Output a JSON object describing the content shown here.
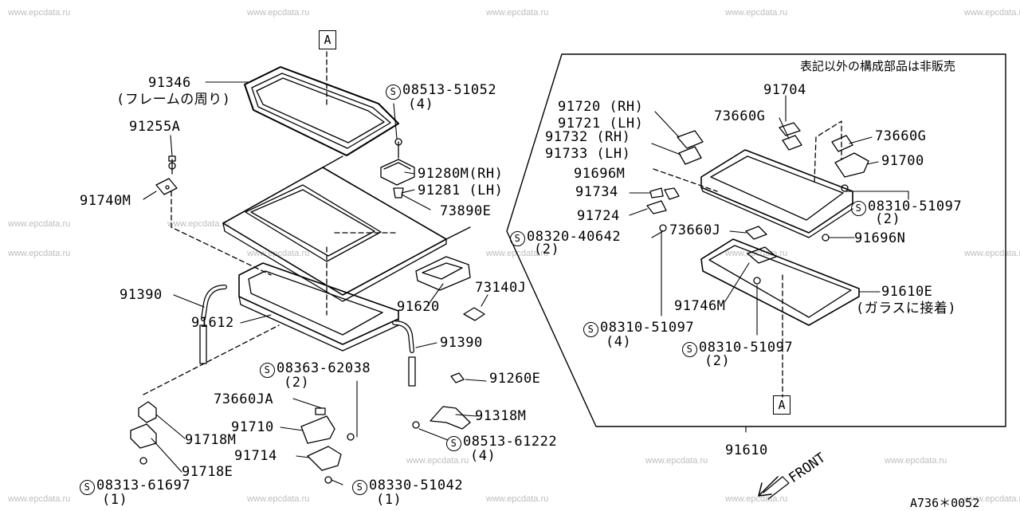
{
  "watermarks": [
    "www.epcdata.ru"
  ],
  "box_a": "A",
  "note": "表記以外の構成部品は非販売",
  "front": "FRONT",
  "footer": "A736＊0052",
  "labels": {
    "p91346": "91346",
    "p91346_note": "(フレームの周り)",
    "p91255A": "91255A",
    "p91740M": "91740M",
    "p08513_51052": "08513-51052",
    "p08513_51052_q": "(4)",
    "p91280M": "91280M(RH)",
    "p91281": "91281 (LH)",
    "p73890E": "73890E",
    "p91390a": "91390",
    "p91612": "91612",
    "p91620": "91620",
    "p73140J": "73140J",
    "p91390b": "91390",
    "p08363_62038": "08363-62038",
    "p08363_62038_q": "(2)",
    "p91260E": "91260E",
    "p73660JA": "73660JA",
    "p91710": "91710",
    "p91718M": "91718M",
    "p91714": "91714",
    "p91718E": "91718E",
    "p91318M": "91318M",
    "p08513_61222": "08513-61222",
    "p08513_61222_q": "(4)",
    "p08313_61697": "08313-61697",
    "p08313_61697_q": "(1)",
    "p08330_51042": "08330-51042",
    "p08330_51042_q": "(1)",
    "p91704": "91704",
    "p91720": "91720 (RH)",
    "p91721": "91721 (LH)",
    "p73660G_a": "73660G",
    "p73660G_b": "73660G",
    "p91732": "91732 (RH)",
    "p91733": "91733 (LH)",
    "p91700": "91700",
    "p91696M": "91696M",
    "p91734": "91734",
    "p08310_51097_a": "08310-51097",
    "p08310_51097_a_q": "(2)",
    "p91724": "91724",
    "p08320_40642": "08320-40642",
    "p08320_40642_q": "(2)",
    "p73660J": "73660J",
    "p91696N": "91696N",
    "p91610E": "91610E",
    "p91610E_note": "(ガラスに接着)",
    "p91746M": "91746M",
    "p08310_51097_b": "08310-51097",
    "p08310_51097_b_q": "(4)",
    "p08310_51097_c": "08310-51097",
    "p08310_51097_c_q": "(2)",
    "p91610": "91610"
  }
}
